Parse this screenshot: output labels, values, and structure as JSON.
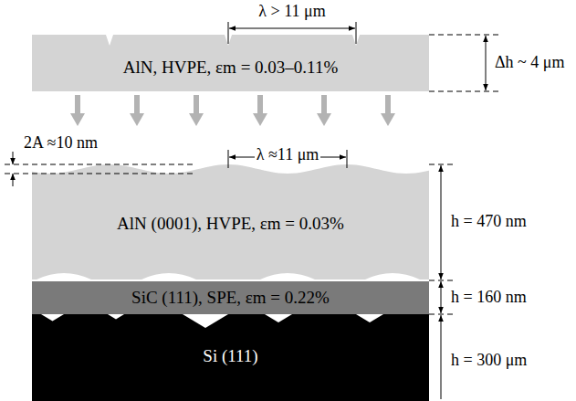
{
  "diagram": {
    "nodes": [
      {
        "text": [
          "AlN, HVPE, εm = 0.03–0.11%"
        ]
      },
      {
        "text": [
          "AlN (0001), HVPE, εm = 0.03%"
        ]
      },
      {
        "text": [
          "SiC (111), SPE, εm = 0.22%"
        ]
      },
      {
        "text": [
          "Si (111)"
        ]
      }
    ],
    "labels": [
      "λ > 11 μm",
      "Δh ~ 4 μm",
      "2A ≈10 nm",
      "λ ≈11 μm",
      "h = 470 nm",
      "h = 160 nm",
      "h = 300 μm"
    ]
  }
}
